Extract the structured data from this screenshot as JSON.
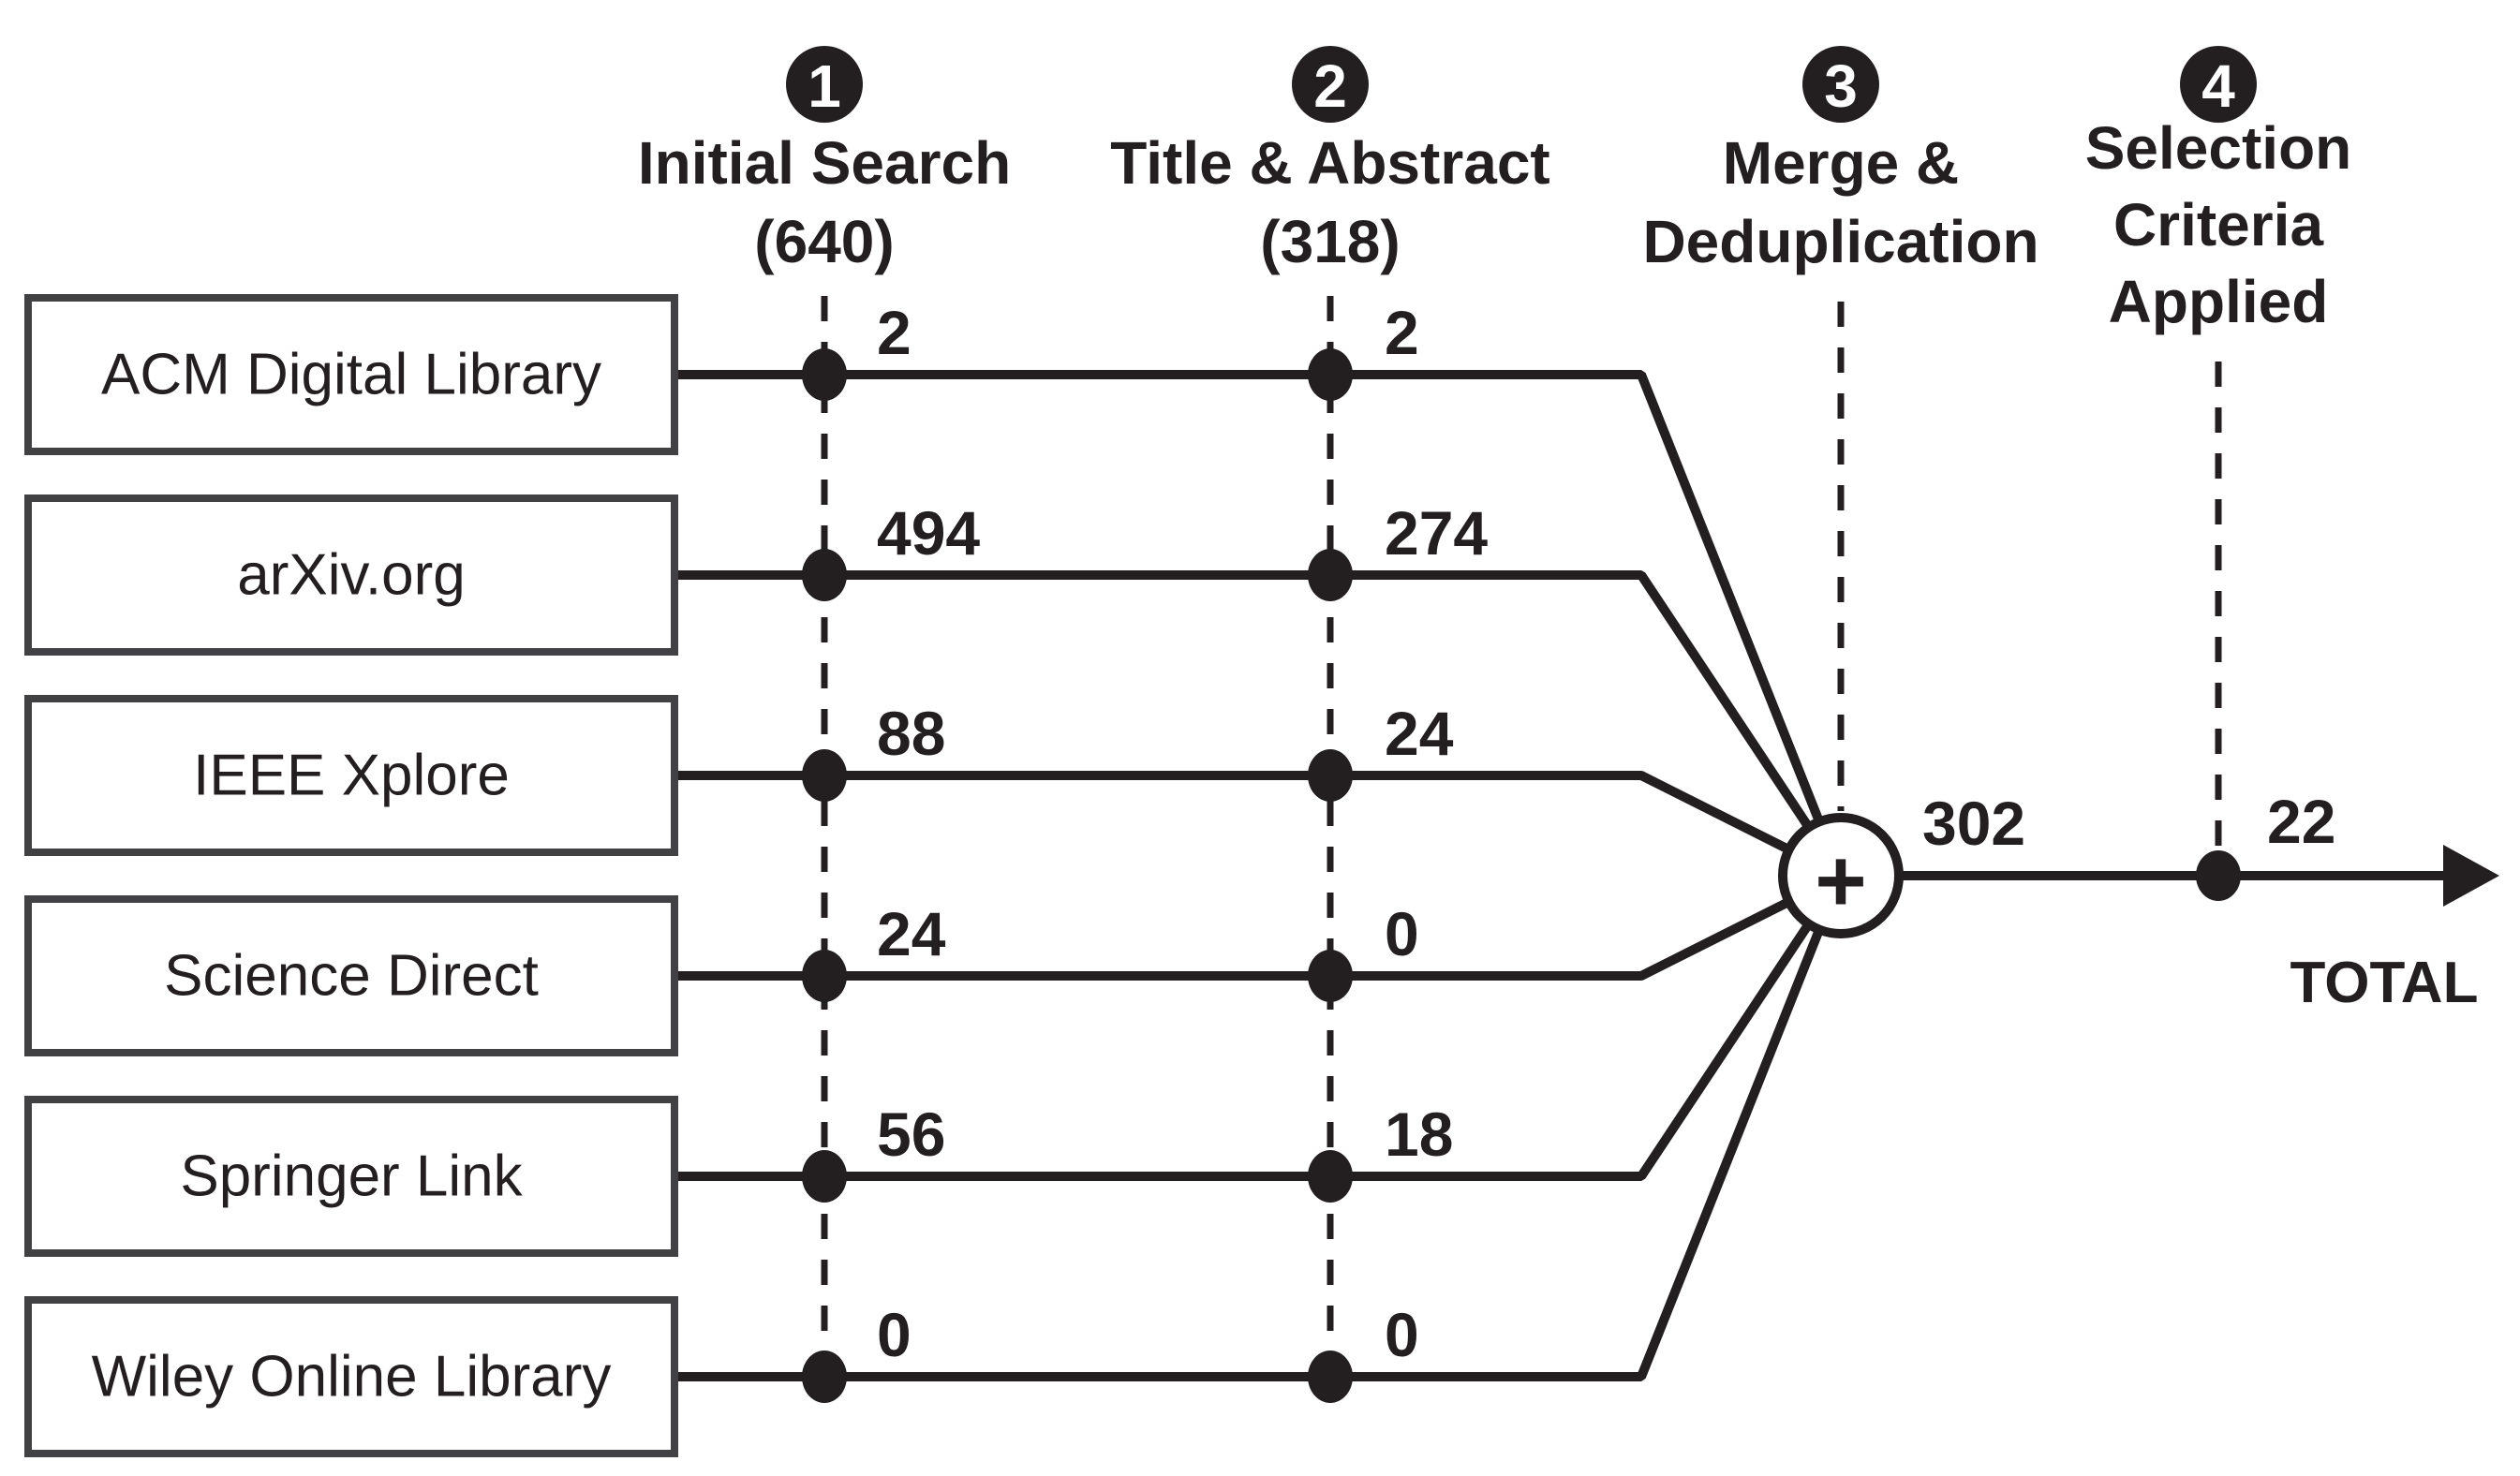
{
  "stages": [
    {
      "badge": "1",
      "line1": "Initial Search",
      "line2": "(640)"
    },
    {
      "badge": "2",
      "line1": "Title & Abstract",
      "line2": "(318)"
    },
    {
      "badge": "3",
      "line1": "Merge &",
      "line2": "Deduplication"
    },
    {
      "badge": "4",
      "line1": "Selection",
      "line2": "Criteria",
      "line3": "Applied"
    }
  ],
  "sources": [
    {
      "name": "ACM Digital Library",
      "initial_search": "2",
      "title_abstract": "2"
    },
    {
      "name": "arXiv.org",
      "initial_search": "494",
      "title_abstract": "274"
    },
    {
      "name": "IEEE Xplore",
      "initial_search": "88",
      "title_abstract": "24"
    },
    {
      "name": "Science Direct",
      "initial_search": "24",
      "title_abstract": "0"
    },
    {
      "name": "Springer Link",
      "initial_search": "56",
      "title_abstract": "18"
    },
    {
      "name": "Wiley Online Library",
      "initial_search": "0",
      "title_abstract": "0"
    }
  ],
  "merge": {
    "operator": "+",
    "result": "302"
  },
  "selection": {
    "result": "22"
  },
  "total_label": "TOTAL",
  "colors": {
    "line": "#231f20",
    "box_border": "#414042",
    "text": "#231f20",
    "badge_fill": "#231f20",
    "badge_text": "#ffffff",
    "background": "#ffffff"
  }
}
